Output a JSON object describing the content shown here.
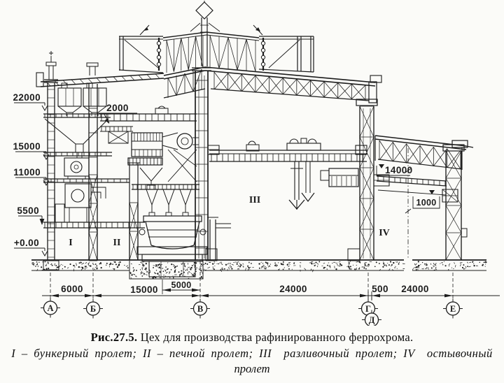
{
  "drawing": {
    "elevations": {
      "e22000": "22000",
      "e15000": "15000",
      "e11000": "11000",
      "e5500": "5500",
      "e0": "+0.00",
      "e14000": "14000"
    },
    "inner_dims": {
      "d2000": "2000",
      "d1000": "1000"
    },
    "bays": {
      "b1": "I",
      "b2": "II",
      "b3": "III",
      "b4": "IV"
    },
    "bottom_dims": {
      "d6000": "6000",
      "d15000": "15000",
      "d5000": "5000",
      "d24000a": "24000",
      "d500": "500",
      "d24000b": "24000"
    },
    "axes": {
      "a": "А",
      "b": "Б",
      "v": "В",
      "g": "Г",
      "d": "Д",
      "e": "Е"
    }
  },
  "caption": {
    "fig": "Рис.27.5.",
    "title": " Цех для производства рафинированного феррохрома.",
    "legend": "I – бункерный пролет; II – печной пролет; III  разливочный пролет; IV  остывочный",
    "legend_tail": "пролет"
  }
}
